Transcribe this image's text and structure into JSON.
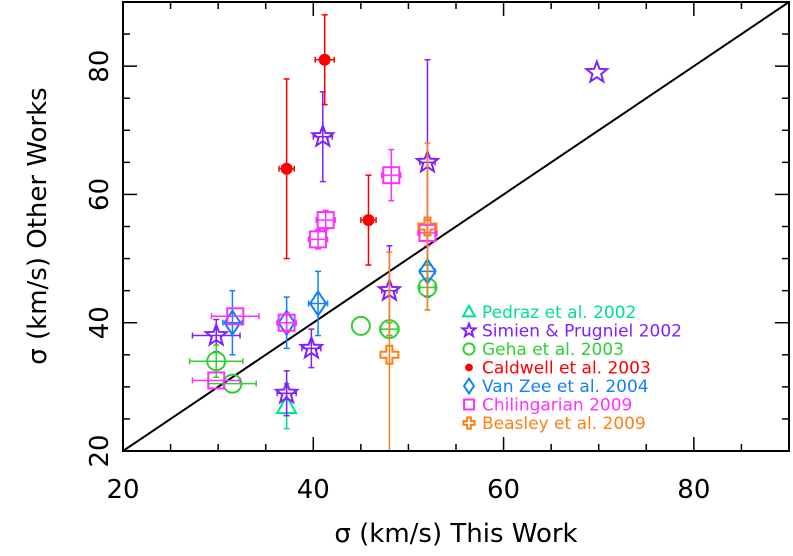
{
  "chart_data": {
    "type": "scatter",
    "title": "",
    "xlabel": "σ (km/s) This Work",
    "ylabel": "σ (km/s) Other Works",
    "xlim": [
      20,
      90
    ],
    "ylim": [
      20,
      90
    ],
    "xticks": [
      20,
      40,
      60,
      80
    ],
    "yticks": [
      20,
      40,
      60,
      80
    ],
    "grid": false,
    "legend_position": "bottom-right",
    "identity_line": true,
    "series": [
      {
        "name": "Pedraz et al. 2002",
        "marker": "triangle",
        "color": "#00e090",
        "points": [
          {
            "x": 37.2,
            "y": 27.0,
            "xerr": 0.0,
            "yerr": 3.5
          }
        ]
      },
      {
        "name": "Simien & Prugniel 2002",
        "marker": "star",
        "color": "#8020ff",
        "points": [
          {
            "x": 29.8,
            "y": 38.0,
            "xerr": 2.5,
            "yerr": 2.5
          },
          {
            "x": 37.2,
            "y": 29.0,
            "xerr": 1.0,
            "yerr": 3.5
          },
          {
            "x": 41.0,
            "y": 69.0,
            "xerr": 1.0,
            "yerr": 7.0
          },
          {
            "x": 39.8,
            "y": 36.0,
            "xerr": 1.0,
            "yerr": 3.0
          },
          {
            "x": 48.0,
            "y": 45.0,
            "xerr": 0.8,
            "yerr": 7.0
          },
          {
            "x": 52.0,
            "y": 65.0,
            "xerr": 0.8,
            "yerr": 16.0
          },
          {
            "x": 69.8,
            "y": 79.0,
            "xerr": 0.0,
            "yerr": 0.0
          }
        ]
      },
      {
        "name": "Geha et al. 2003",
        "marker": "circle",
        "color": "#30d030",
        "points": [
          {
            "x": 29.8,
            "y": 34.0,
            "xerr": 2.8,
            "yerr": 2.5
          },
          {
            "x": 31.5,
            "y": 30.5,
            "xerr": 2.5,
            "yerr": 0.0
          },
          {
            "x": 45.0,
            "y": 39.5,
            "xerr": 0.0,
            "yerr": 0.0
          },
          {
            "x": 48.0,
            "y": 39.0,
            "xerr": 1.0,
            "yerr": 1.0
          },
          {
            "x": 52.0,
            "y": 45.5,
            "xerr": 0.8,
            "yerr": 3.5
          }
        ]
      },
      {
        "name": "Caldwell et al. 2003",
        "marker": "dot",
        "color": "#ff0000",
        "points": [
          {
            "x": 37.2,
            "y": 64.0,
            "xerr": 0.8,
            "yerr": 14.0
          },
          {
            "x": 41.2,
            "y": 81.0,
            "xerr": 1.0,
            "yerr": 7.0
          },
          {
            "x": 45.8,
            "y": 56.0,
            "xerr": 0.8,
            "yerr": 7.0
          }
        ]
      },
      {
        "name": "Van Zee et al. 2004",
        "marker": "diamond",
        "color": "#1080ff",
        "points": [
          {
            "x": 31.5,
            "y": 40.0,
            "xerr": 1.0,
            "yerr": 5.0
          },
          {
            "x": 37.2,
            "y": 40.0,
            "xerr": 1.0,
            "yerr": 4.0
          },
          {
            "x": 40.5,
            "y": 43.0,
            "xerr": 1.0,
            "yerr": 5.0
          },
          {
            "x": 52.0,
            "y": 48.0,
            "xerr": 0.8,
            "yerr": 4.0
          }
        ]
      },
      {
        "name": "Chilingarian 2009",
        "marker": "square",
        "color": "#ff30ff",
        "points": [
          {
            "x": 29.8,
            "y": 31.0,
            "xerr": 2.5,
            "yerr": 0.0
          },
          {
            "x": 31.8,
            "y": 41.0,
            "xerr": 2.5,
            "yerr": 0.0
          },
          {
            "x": 37.2,
            "y": 40.0,
            "xerr": 1.0,
            "yerr": 1.5
          },
          {
            "x": 40.5,
            "y": 53.0,
            "xerr": 1.0,
            "yerr": 1.5
          },
          {
            "x": 41.3,
            "y": 56.0,
            "xerr": 1.0,
            "yerr": 1.5
          },
          {
            "x": 48.2,
            "y": 63.0,
            "xerr": 1.0,
            "yerr": 4.0
          },
          {
            "x": 52.0,
            "y": 54.0,
            "xerr": 1.0,
            "yerr": 2.0
          }
        ]
      },
      {
        "name": "Beasley et al. 2009",
        "marker": "cross",
        "color": "#ff8010",
        "points": [
          {
            "x": 48.0,
            "y": 35.0,
            "xerr": 0.0,
            "yerr": 16.0
          },
          {
            "x": 52.0,
            "y": 55.0,
            "xerr": 0.0,
            "yerr": 13.0
          }
        ]
      }
    ]
  }
}
